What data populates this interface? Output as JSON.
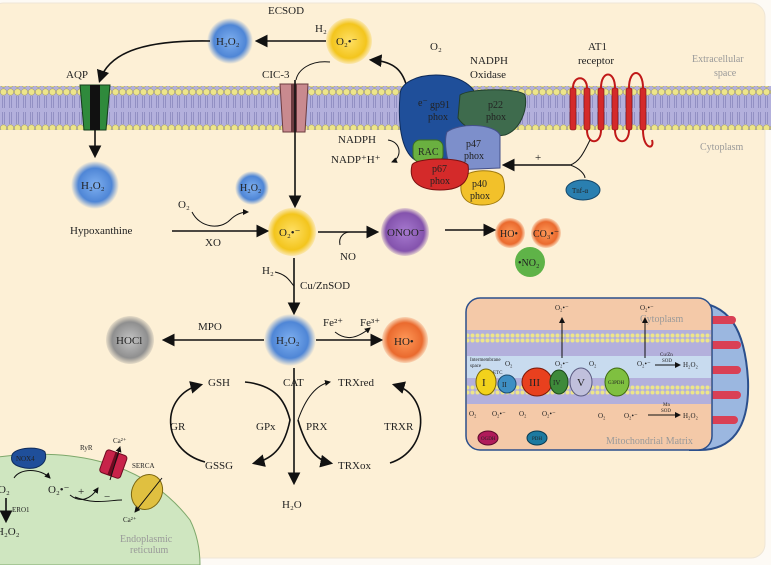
{
  "colors": {
    "background": "#fdf0d6",
    "membrane": "#b3b0dc",
    "lipid_head": "#ede58a",
    "h2o2": "#5b8fdb",
    "superoxide": "#f3c51d",
    "peroxynitrite": "#8e5bb5",
    "hydroxyl": "#f07a3e",
    "hocl": "#9a9a9a",
    "er": "#cfe6c0",
    "mito_matrix": "#f4c9a8"
  },
  "extracellular": {
    "ecsod": "ECSOD",
    "h2": "H₂",
    "h2o2": "H₂O₂",
    "superoxide": "O₂•⁻",
    "o2": "O₂",
    "space_label_1": "Extracellular",
    "space_label_2": "space"
  },
  "channels": {
    "aqp": "AQP",
    "cic3": "CIC-3"
  },
  "nadph_oxidase": {
    "title_1": "NADPH",
    "title_2": "Oxidase",
    "gp91": "gp91",
    "p22": "p22",
    "p47": "p47",
    "p67": "p67",
    "p40": "p40",
    "phox": "phox",
    "rac": "RAC",
    "electron": "e⁻",
    "nadph": "NADPH",
    "nadp": "NADP⁺H⁺"
  },
  "at1": {
    "label_1": "AT1",
    "label_2": "receptor",
    "tnf": "Tnf-α",
    "plus": "+"
  },
  "cytoplasm_label": "Cytoplasm",
  "cytoplasm": {
    "h2o2_left": "H₂O₂",
    "h2o2_small": "H₂O₂",
    "hypoxanthine": "Hypoxanthine",
    "o2": "O₂",
    "xo": "XO",
    "superoxide": "O₂•⁻",
    "no": "NO",
    "onoo": "ONOO⁻",
    "ho": "HO•",
    "co3": "CO₃•⁻",
    "no2": "•NO₂",
    "h2": "H₂",
    "cuznsod": "Cu/ZnSOD",
    "h2o2_center": "H₂O₂",
    "mpo": "MPO",
    "hocl": "HOCl",
    "fe2": "Fe²⁺",
    "fe3": "Fe³⁺",
    "ho_right": "HO•",
    "cat": "CAT",
    "gsh": "GSH",
    "trxred": "TRXred",
    "gr": "GR",
    "gpx": "GPx",
    "prx": "PRX",
    "trxr": "TRXR",
    "gssg": "GSSG",
    "trxox": "TRXox",
    "h2o": "H₂O"
  },
  "er": {
    "nox4": "NOX4",
    "o2": "O₂",
    "superoxide": "O₂•⁻",
    "ero1": "ERO1",
    "h2o2": "H₂O₂",
    "ryr": "RyR",
    "ca_top": "Ca²⁺",
    "serca": "SERCA",
    "ca_bottom": "Ca²⁺",
    "plus": "+",
    "minus": "−",
    "label_1": "Endoplasmic",
    "label_2": "reticulum"
  },
  "mito": {
    "cytoplasm": "Cytoplasm",
    "ims_1": "Intermembrane",
    "ims_2": "space",
    "etc": "ETC",
    "complexes": [
      "I",
      "II",
      "III",
      "IV",
      "V"
    ],
    "g3pdh": "G3PDH",
    "ogdh": "OGDH",
    "pdh": "PDH",
    "o2": "O₂",
    "superoxide": "O₂•⁻",
    "h2o2": "H₂O₂",
    "cuzn_1": "Cu/Zn",
    "cuzn_2": "SOD",
    "mn_1": "Mn",
    "mn_2": "SOD",
    "matrix": "Mitochondrial   Matrix"
  }
}
